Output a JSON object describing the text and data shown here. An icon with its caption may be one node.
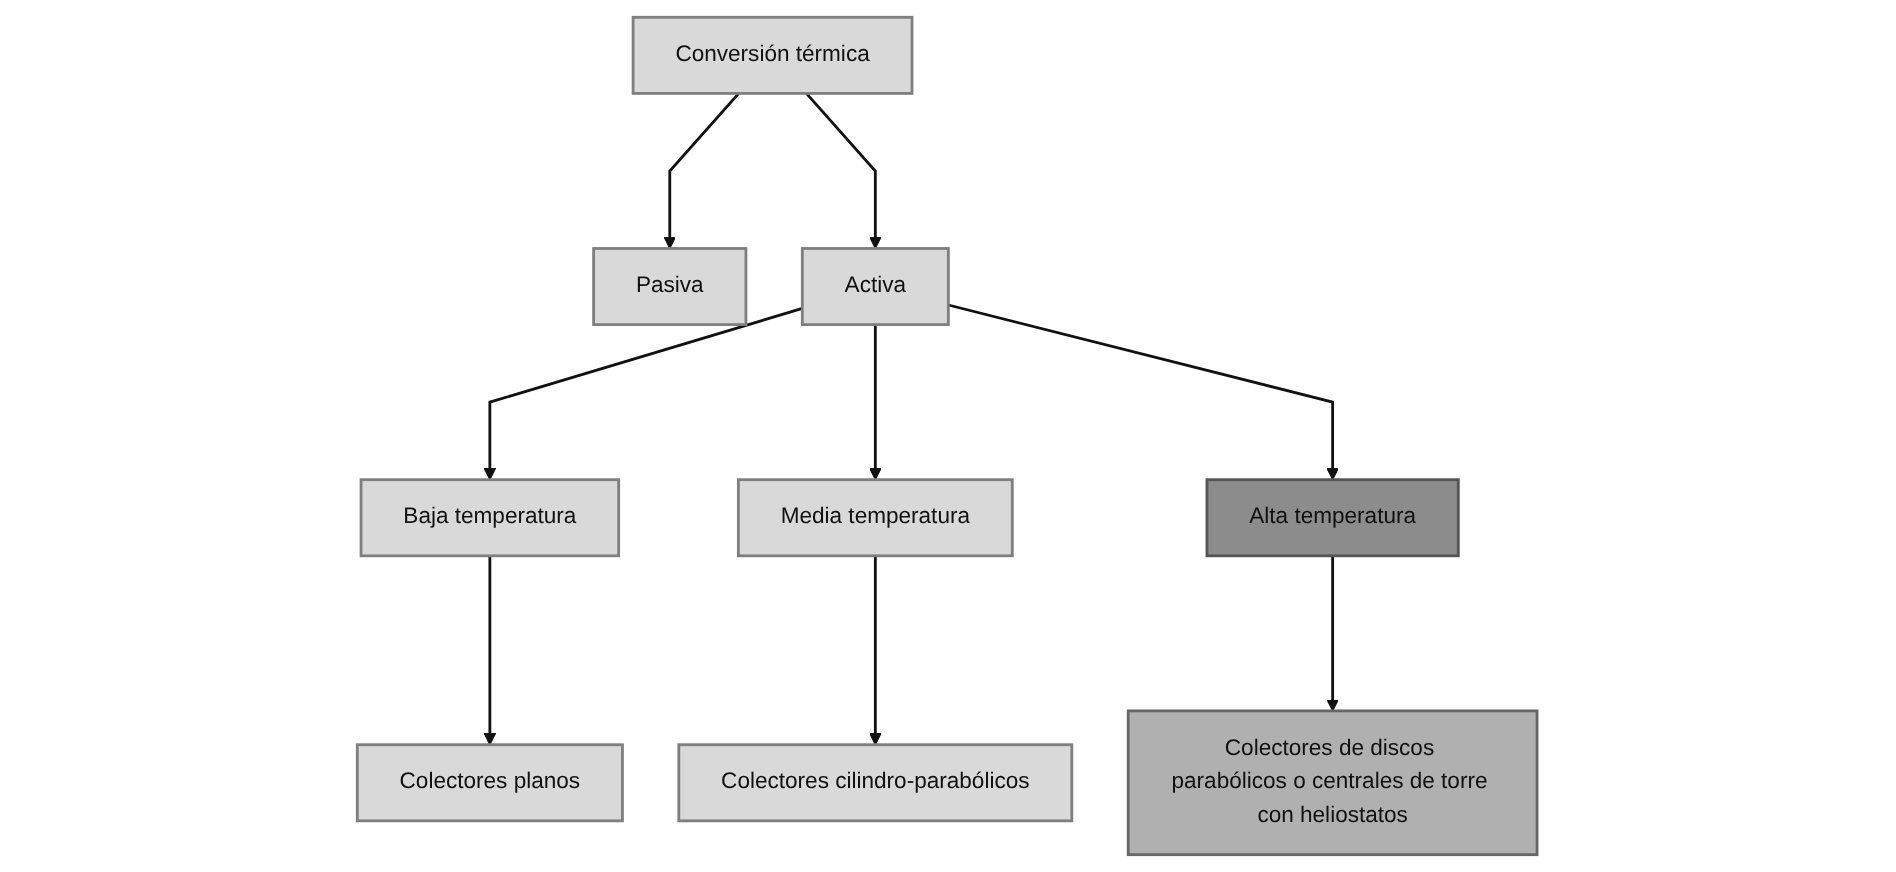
{
  "diagram": {
    "nodes": [
      {
        "text": [
          "Conversión térmica"
        ]
      },
      {
        "text": [
          "Pasiva"
        ]
      },
      {
        "text": [
          "Activa"
        ]
      },
      {
        "text": [
          "Baja temperatura"
        ]
      },
      {
        "text": [
          "Media temperatura"
        ]
      },
      {
        "text": [
          "Alta temperatura"
        ]
      },
      {
        "text": [
          "Colectores planos"
        ]
      },
      {
        "text": [
          "Colectores cilindro-parabólicos"
        ]
      },
      {
        "text": [
          "Colectores de discos parabólicos o centrales de torre con heliostatos"
        ]
      }
    ],
    "edges": [
      {
        "from": 0,
        "to": 1,
        "arrow": "to"
      },
      {
        "from": 0,
        "to": 2,
        "arrow": "to"
      },
      {
        "from": 2,
        "to": 3,
        "arrow": "to"
      },
      {
        "from": 2,
        "to": 4,
        "arrow": "to"
      },
      {
        "from": 2,
        "to": 5,
        "arrow": "to"
      },
      {
        "from": 3,
        "to": 6,
        "arrow": "to"
      },
      {
        "from": 4,
        "to": 7,
        "arrow": "to"
      },
      {
        "from": 5,
        "to": 8,
        "arrow": "to"
      }
    ]
  }
}
